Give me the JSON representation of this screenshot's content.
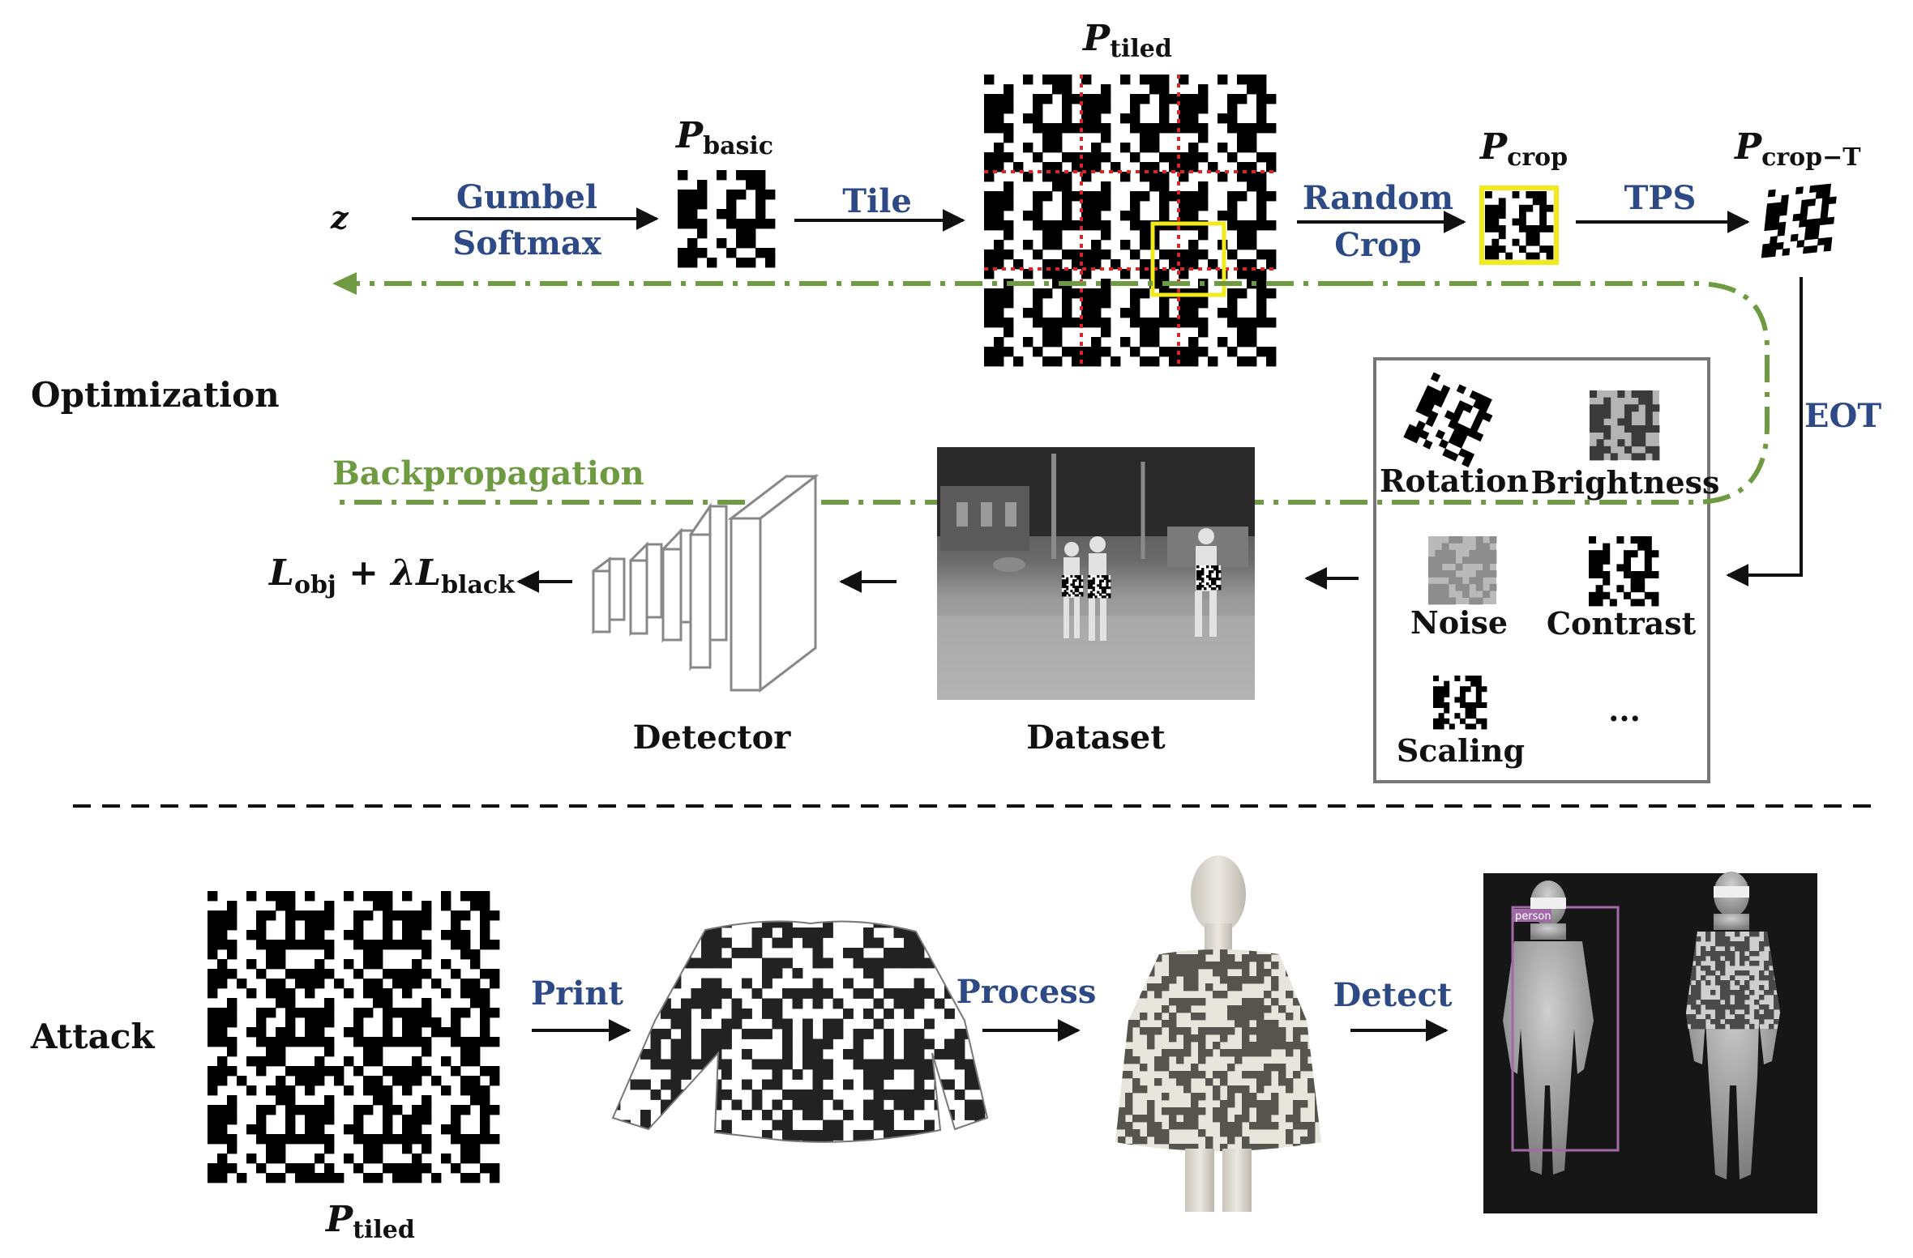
{
  "sections": {
    "optimization": "Optimization",
    "attack": "Attack"
  },
  "nodes": {
    "z": "z",
    "p_basic_main": "P",
    "p_basic_sub": "basic",
    "p_tiled_main": "P",
    "p_tiled_sub": "tiled",
    "p_crop_main": "P",
    "p_crop_sub": "crop",
    "p_cropT_main": "P",
    "p_cropT_sub": "crop−T",
    "detector": "Detector",
    "dataset": "Dataset",
    "loss_l1": "L",
    "loss_sub1": "obj",
    "loss_mid": " + λ",
    "loss_l2": "L",
    "loss_sub2": "black",
    "p_tiled_attack_main": "P",
    "p_tiled_attack_sub": "tiled",
    "person_label": "person"
  },
  "edges": {
    "gumbel": "Gumbel",
    "softmax": "Softmax",
    "tile": "Tile",
    "random": "Random",
    "crop": "Crop",
    "tps": "TPS",
    "eot": "EOT",
    "backprop": "Backpropagation",
    "print": "Print",
    "process": "Process",
    "detect": "Detect"
  },
  "eot_items": {
    "rotation": "Rotation",
    "brightness": "Brightness",
    "noise": "Noise",
    "contrast": "Contrast",
    "scaling": "Scaling",
    "more": "..."
  },
  "colors": {
    "blue": "#2e4a86",
    "green": "#6e9a41",
    "yellow": "#f2ea1a",
    "red": "#d9252a",
    "purple": "#a06aa6"
  },
  "icons": {
    "pattern": "qr-pattern-icon",
    "detector": "network-layers-icon"
  }
}
